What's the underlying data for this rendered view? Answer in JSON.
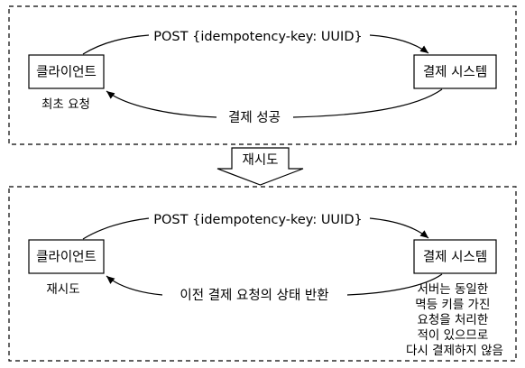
{
  "top": {
    "client_box": "클라이언트",
    "payment_box": "결제 시스템",
    "request_label": "POST {idempotency-key: UUID}",
    "response_label": "결제 성공",
    "client_note": "최초 요청"
  },
  "middle": {
    "transition_label": "재시도"
  },
  "bottom": {
    "client_box": "클라이언트",
    "payment_box": "결제 시스템",
    "request_label": "POST {idempotency-key: UUID}",
    "response_label": "이전 결제 요청의 상태 반환",
    "client_note": "재시도",
    "server_note": [
      "서버는 동일한",
      "멱등 키를 가진",
      "요청을 처리한",
      "적이 있으므로",
      "다시 결제하지 않음"
    ]
  }
}
